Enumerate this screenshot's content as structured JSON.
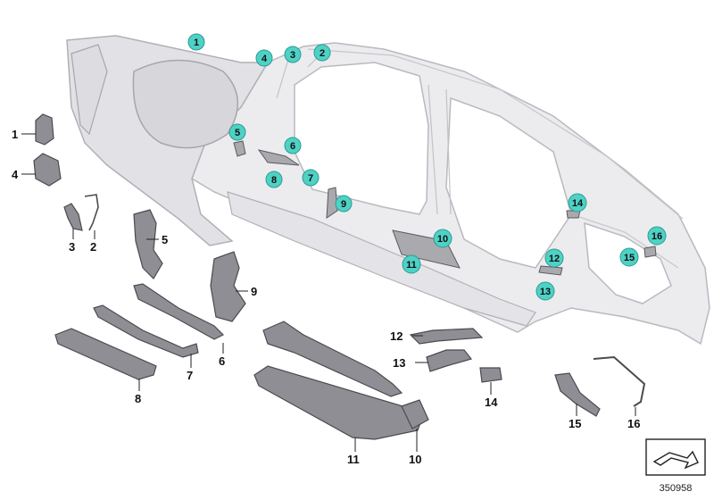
{
  "markers": [
    {
      "id": "m1",
      "label": "1"
    },
    {
      "id": "m2",
      "label": "2"
    },
    {
      "id": "m3",
      "label": "3"
    },
    {
      "id": "m4",
      "label": "4"
    },
    {
      "id": "m5",
      "label": "5"
    },
    {
      "id": "m6",
      "label": "6"
    },
    {
      "id": "m7",
      "label": "7"
    },
    {
      "id": "m8",
      "label": "8"
    },
    {
      "id": "m9",
      "label": "9"
    },
    {
      "id": "m10",
      "label": "10"
    },
    {
      "id": "m11",
      "label": "11"
    },
    {
      "id": "m12",
      "label": "12"
    },
    {
      "id": "m13",
      "label": "13"
    },
    {
      "id": "m14",
      "label": "14"
    },
    {
      "id": "m15",
      "label": "15"
    },
    {
      "id": "m16",
      "label": "16"
    }
  ],
  "part_labels": [
    {
      "id": "p1",
      "label": "1"
    },
    {
      "id": "p4",
      "label": "4"
    },
    {
      "id": "p3",
      "label": "3"
    },
    {
      "id": "p2",
      "label": "2"
    },
    {
      "id": "p5",
      "label": "5"
    },
    {
      "id": "p9",
      "label": "9"
    },
    {
      "id": "p6",
      "label": "6"
    },
    {
      "id": "p7",
      "label": "7"
    },
    {
      "id": "p8",
      "label": "8"
    },
    {
      "id": "p12",
      "label": "12"
    },
    {
      "id": "p13",
      "label": "13"
    },
    {
      "id": "p14",
      "label": "14"
    },
    {
      "id": "p11",
      "label": "11"
    },
    {
      "id": "p10",
      "label": "10"
    },
    {
      "id": "p15",
      "label": "15"
    },
    {
      "id": "p16",
      "label": "16"
    }
  ],
  "reference_number": "350958",
  "colors": {
    "marker_fill": "#4fd1c5",
    "marker_stroke": "#2a9d93",
    "body_fill": "#e9e9ec",
    "body_stroke": "#b9b9bf",
    "part_fill": "#8e8e94",
    "part_stroke": "#4a4a50"
  }
}
